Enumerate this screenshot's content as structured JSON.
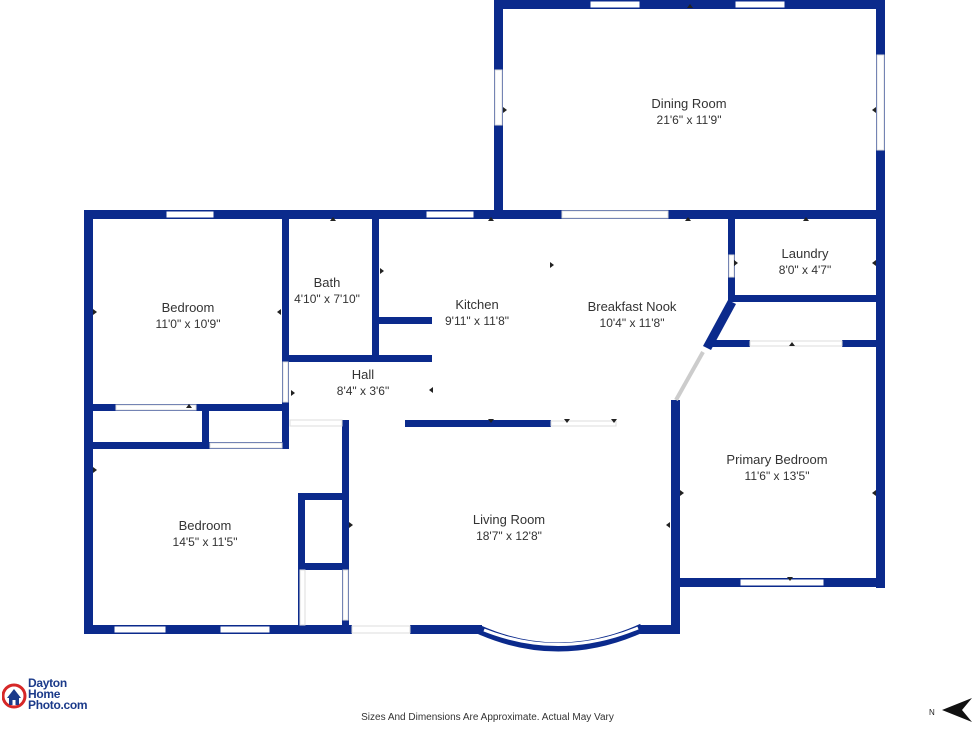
{
  "rooms": {
    "dining": {
      "name": "Dining Room",
      "dim": "21'6\" x 11'9\""
    },
    "laundry": {
      "name": "Laundry",
      "dim": "8'0\" x 4'7\""
    },
    "bath": {
      "name": "Bath",
      "dim": "4'10\" x 7'10\""
    },
    "bedroom1": {
      "name": "Bedroom",
      "dim": "11'0\" x 10'9\""
    },
    "kitchen": {
      "name": "Kitchen",
      "dim": "9'11\" x 11'8\""
    },
    "nook": {
      "name": "Breakfast Nook",
      "dim": "10'4\" x 11'8\""
    },
    "hall": {
      "name": "Hall",
      "dim": "8'4\" x 3'6\""
    },
    "primary": {
      "name": "Primary Bedroom",
      "dim": "11'6\" x 13'5\""
    },
    "bedroom2": {
      "name": "Bedroom",
      "dim": "14'5\" x 11'5\""
    },
    "living": {
      "name": "Living Room",
      "dim": "18'7\" x 12'8\""
    }
  },
  "footer": {
    "note": "Sizes And Dimensions Are Approximate. Actual May Vary"
  },
  "logo": {
    "line1": "Dayton",
    "line2": "Home",
    "line3": "Photo.com"
  },
  "compass": {
    "letter": "N"
  },
  "colors": {
    "wall": "#0b2a8c",
    "window": "#ffffff",
    "text": "#333333"
  }
}
